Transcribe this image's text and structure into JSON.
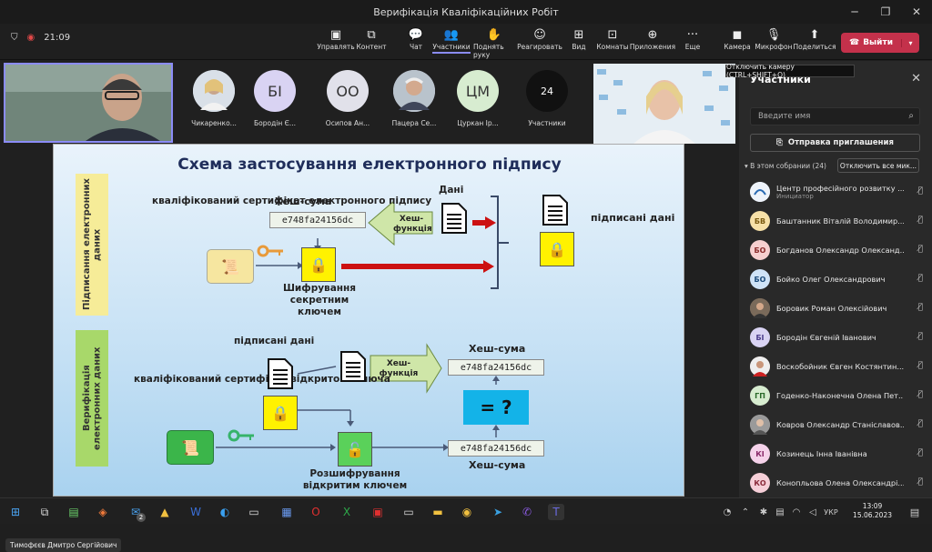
{
  "window": {
    "title": "Верифікація Кваліфікаційних Робіт"
  },
  "toolbar": {
    "timer": "21:09",
    "buttons": [
      {
        "label": "Управлять",
        "icon": "screen-share-icon"
      },
      {
        "label": "Контент",
        "icon": "content-icon"
      },
      {
        "label": "Чат",
        "icon": "chat-icon"
      },
      {
        "label": "Участники",
        "icon": "people-icon"
      },
      {
        "label": "Поднять руку",
        "icon": "raise-hand-icon"
      },
      {
        "label": "Реагировать",
        "icon": "react-icon"
      },
      {
        "label": "Вид",
        "icon": "view-icon"
      },
      {
        "label": "Комнаты",
        "icon": "rooms-icon"
      },
      {
        "label": "Приложения",
        "icon": "apps-icon"
      },
      {
        "label": "Еще",
        "icon": "more-icon"
      },
      {
        "label": "Камера",
        "icon": "camera-icon"
      },
      {
        "label": "Микрофон",
        "icon": "mic-icon"
      },
      {
        "label": "Поделиться",
        "icon": "share-icon"
      }
    ],
    "leave": "Выйти",
    "tooltip": "Отключить камеру (CTRL+SHIFT+O)"
  },
  "tiles": [
    {
      "name": "Чикаренко...",
      "initials": "",
      "photo": true
    },
    {
      "name": "Бородін Є...",
      "initials": "БІ"
    },
    {
      "name": "Осипов Ан...",
      "initials": "ОО"
    },
    {
      "name": "Пацера Се...",
      "initials": "",
      "photo": true
    },
    {
      "name": "Цуркан Ір...",
      "initials": "ЦМ"
    },
    {
      "name": "Участники",
      "initials": "24"
    }
  ],
  "self_name": "Тимофєєв Дмитро Сергійович",
  "slide": {
    "title": "Схема застосування електронного підпису",
    "band1": "Підписання електронних даних",
    "band2": "Верифікація електронних даних",
    "qcert1": "кваліфікований сертифікат електронного підпису",
    "hash_label": "Хеш-сума",
    "hash_value": "e748fa24156dc",
    "data_label": "Дані",
    "hash_func": "Хеш-функція",
    "signed_data": "підписані дані",
    "encrypt": "Шифрування секретним ключем",
    "signed_data2": "підписані дані",
    "qcert2": "кваліфікований сертифікат відкритого ключа",
    "hash_label2": "Хеш-сума",
    "hash_value2": "e748fa24156dc",
    "hash_func2": "Хеш-функція",
    "compare": "= ?",
    "hash_value3": "e748fa24156dc",
    "hash_label3": "Хеш-сума",
    "decrypt": "Розшифрування відкритим ключем"
  },
  "panel": {
    "title": "Участники",
    "search_placeholder": "Введите имя",
    "invite": "Отправка приглашения",
    "section": "В этом собрании (24)",
    "mute_all": "Отключить все мик...",
    "people": [
      {
        "name": "Центр професійного розвитку ...",
        "sub": "Инициатор",
        "initials": "",
        "color": "#dbe7f5",
        "photo": true
      },
      {
        "name": "Баштанник Віталій Володимир...",
        "initials": "БВ",
        "color": "#f7e1a8"
      },
      {
        "name": "Богданов Олександр Олександ...",
        "initials": "БО",
        "color": "#f6cfcf"
      },
      {
        "name": "Бойко Олег Олександрович",
        "initials": "БО",
        "color": "#cfe3f7"
      },
      {
        "name": "Боровик Роман Олексійович",
        "initials": "",
        "color": "#8a7a6a",
        "photo": true
      },
      {
        "name": "Бородін Євгеній Іванович",
        "initials": "БІ",
        "color": "#d9d3f3"
      },
      {
        "name": "Воскобойник Євген Костянтин...",
        "initials": "",
        "color": "#b08a7a",
        "photo": true
      },
      {
        "name": "Годенко-Наконечна Олена Пет...",
        "initials": "ГП",
        "color": "#d7ecd0"
      },
      {
        "name": "Ковров Олександр Станіславов...",
        "initials": "",
        "color": "#a9a9a9",
        "photo": true
      },
      {
        "name": "Козинець Інна Іванівна",
        "initials": "КІ",
        "color": "#f5d2ea"
      },
      {
        "name": "Конопльова Олена Олександрі...",
        "initials": "КО",
        "color": "#f6cfd8"
      }
    ]
  },
  "taskbar": {
    "lang": "УКР",
    "time": "13:09",
    "date": "15.06.2023",
    "badge": "2"
  }
}
